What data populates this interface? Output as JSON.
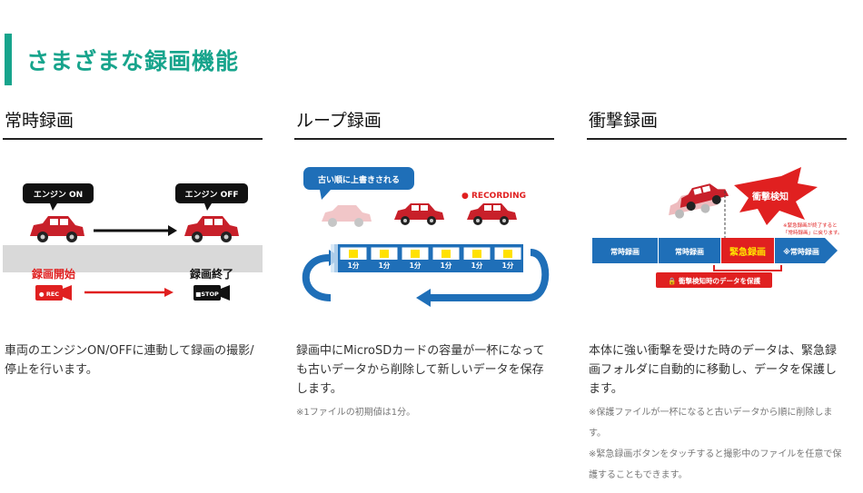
{
  "page": {
    "title": "さまざまな録画機能"
  },
  "features": [
    {
      "title": "常時録画",
      "diagram": {
        "engine_on": "エンジン ON",
        "engine_off": "エンジン OFF",
        "rec_start": "録画開始",
        "rec_end": "録画終了",
        "rec_badge": "● REC",
        "stop_badge": "■STOP"
      },
      "description": "車両のエンジンON/OFFに連動して録画の撮影/停止を行います。",
      "notes": []
    },
    {
      "title": "ループ録画",
      "diagram": {
        "overwrite_label": "古い順に上書きされる",
        "recording_label": "● RECORDING",
        "segment_label": "1分",
        "segment_count": 6
      },
      "description": "録画中にMicroSDカードの容量が一杯になっても古いデータから削除して新しいデータを保存します。",
      "notes": [
        "※1ファイルの初期値は1分。"
      ]
    },
    {
      "title": "衝撃録画",
      "diagram": {
        "impact_label": "衝撃検知",
        "timeline": [
          "常時録画",
          "常時録画",
          "緊急録画",
          "※常時録画"
        ],
        "side_note_1": "※緊急録画が終了すると",
        "side_note_2": "「常時録画」に戻ります。",
        "protect_label": "🔒 衝撃検知時のデータを保護"
      },
      "description": "本体に強い衝撃を受けた時のデータは、緊急録画フォルダに自動的に移動し、データを保護します。",
      "notes": [
        "※保護ファイルが一杯になると古いデータから順に削除します。",
        "※緊急録画ボタンをタッチすると撮影中のファイルを任意で保護することもできます。"
      ]
    }
  ],
  "colors": {
    "accent_green": "#17a48c",
    "red": "#e02020",
    "blue": "#1f6fb8",
    "yellow": "#ffe100",
    "car_red": "#c8202a"
  }
}
